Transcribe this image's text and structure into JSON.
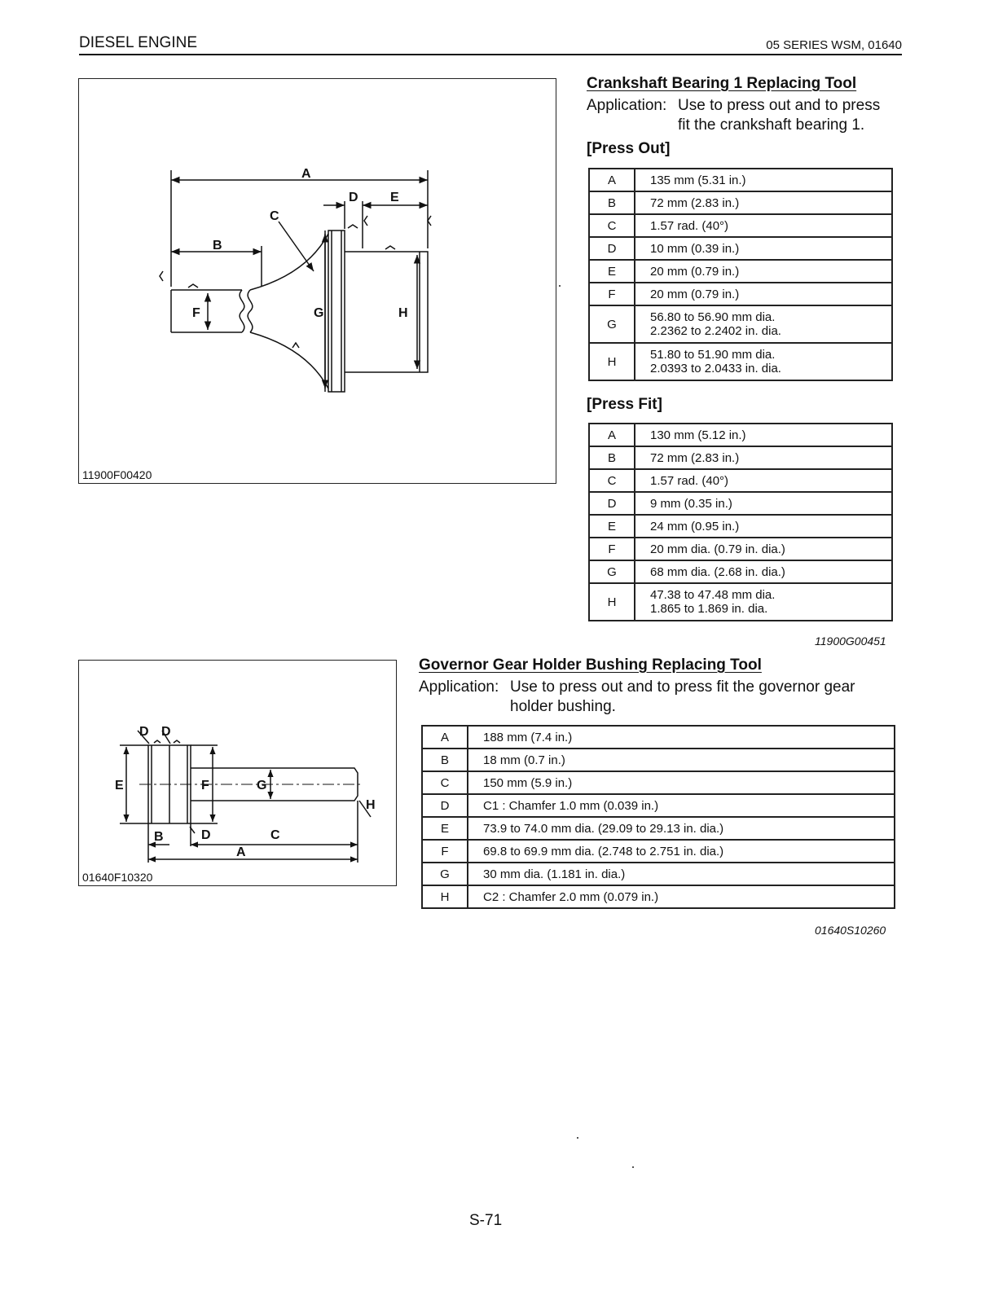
{
  "header": {
    "left": "DIESEL ENGINE",
    "right": "05 SERIES WSM, 01640"
  },
  "figure1": {
    "code": "11900F00420",
    "labels": {
      "a": "A",
      "b": "B",
      "c": "C",
      "d": "D",
      "e": "E",
      "f": "F",
      "g": "G",
      "h": "H"
    }
  },
  "section1": {
    "title": "Crankshaft Bearing 1 Replacing Tool",
    "application_label": "Application:",
    "application_line1": "Use to press out and to press",
    "application_line2": "fit the crankshaft bearing 1.",
    "press_out": {
      "heading": "[Press Out]",
      "rows": [
        {
          "key": "A",
          "value": "135 mm (5.31 in.)"
        },
        {
          "key": "B",
          "value": "72 mm (2.83 in.)"
        },
        {
          "key": "C",
          "value": "1.57 rad. (40°)"
        },
        {
          "key": "D",
          "value": "10 mm (0.39 in.)"
        },
        {
          "key": "E",
          "value": "20 mm (0.79 in.)"
        },
        {
          "key": "F",
          "value": "20 mm (0.79 in.)"
        },
        {
          "key": "G",
          "value": "56.80 to 56.90 mm dia.",
          "value2": "2.2362 to 2.2402 in. dia."
        },
        {
          "key": "H",
          "value": "51.80 to 51.90 mm dia.",
          "value2": "2.0393 to 2.0433 in. dia."
        }
      ]
    },
    "press_fit": {
      "heading": "[Press Fit]",
      "rows": [
        {
          "key": "A",
          "value": "130 mm (5.12 in.)"
        },
        {
          "key": "B",
          "value": "72 mm (2.83 in.)"
        },
        {
          "key": "C",
          "value": "1.57 rad. (40°)"
        },
        {
          "key": "D",
          "value": "9 mm (0.35 in.)"
        },
        {
          "key": "E",
          "value": "24 mm (0.95 in.)"
        },
        {
          "key": "F",
          "value": "20 mm dia. (0.79 in. dia.)"
        },
        {
          "key": "G",
          "value": "68 mm dia. (2.68 in. dia.)"
        },
        {
          "key": "H",
          "value": "47.38 to 47.48 mm dia.",
          "value2": "1.865 to 1.869 in. dia."
        }
      ]
    },
    "ref": "11900G00451"
  },
  "figure2": {
    "code": "01640F10320",
    "labels": {
      "a": "A",
      "b": "B",
      "c": "C",
      "d": "D",
      "e": "E",
      "f": "F",
      "g": "G",
      "h": "H"
    }
  },
  "section2": {
    "title": "Governor Gear Holder Bushing Replacing Tool",
    "application_label": "Application:",
    "application_line1": "Use to press out and to press fit the governor gear",
    "application_line2": "holder bushing.",
    "rows": [
      {
        "key": "A",
        "value": "188 mm (7.4 in.)"
      },
      {
        "key": "B",
        "value": "18 mm (0.7 in.)"
      },
      {
        "key": "C",
        "value": "150 mm (5.9 in.)"
      },
      {
        "key": "D",
        "value": "C1 : Chamfer 1.0 mm (0.039 in.)"
      },
      {
        "key": "E",
        "value": "73.9 to 74.0 mm dia. (29.09 to 29.13 in. dia.)"
      },
      {
        "key": "F",
        "value": "69.8 to 69.9 mm dia. (2.748 to 2.751 in. dia.)"
      },
      {
        "key": "G",
        "value": "30 mm dia. (1.181 in. dia.)"
      },
      {
        "key": "H",
        "value": "C2 : Chamfer 2.0 mm (0.079 in.)"
      }
    ],
    "ref": "01640S10260"
  },
  "footer": {
    "page": "S-71"
  }
}
